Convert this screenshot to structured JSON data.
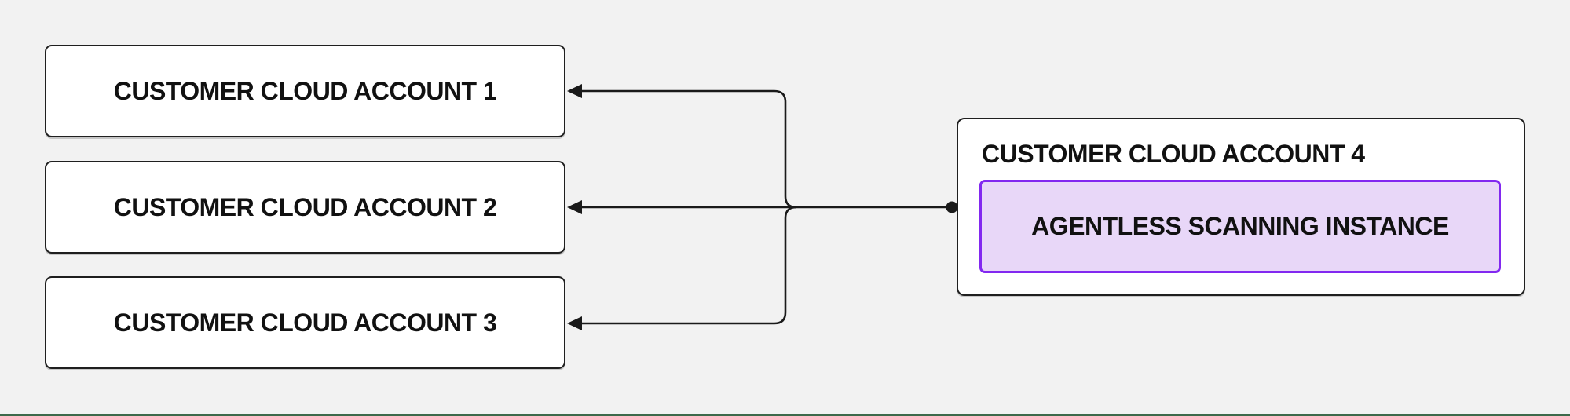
{
  "diagram": {
    "left_accounts": [
      {
        "label": "CUSTOMER CLOUD ACCOUNT 1"
      },
      {
        "label": "CUSTOMER CLOUD ACCOUNT 2"
      },
      {
        "label": "CUSTOMER CLOUD ACCOUNT 3"
      }
    ],
    "scanner_account": {
      "label": "CUSTOMER CLOUD ACCOUNT 4",
      "instance_label": "AGENTLESS SCANNING INSTANCE"
    },
    "connections": [
      {
        "from": "CUSTOMER CLOUD ACCOUNT 4",
        "to": "CUSTOMER CLOUD ACCOUNT 1",
        "arrow": "into-target"
      },
      {
        "from": "CUSTOMER CLOUD ACCOUNT 4",
        "to": "CUSTOMER CLOUD ACCOUNT 2",
        "arrow": "into-target"
      },
      {
        "from": "CUSTOMER CLOUD ACCOUNT 4",
        "to": "CUSTOMER CLOUD ACCOUNT 3",
        "arrow": "into-target"
      }
    ]
  },
  "colors": {
    "bg": "#f2f2f2",
    "node-fill": "#ffffff",
    "node-border": "#1f1f1f",
    "line": "#1a1a1a",
    "text": "#111111",
    "accent-border": "#8228f0",
    "accent-fill": "#e8d7f8",
    "bottom-rule": "#3d694b"
  }
}
